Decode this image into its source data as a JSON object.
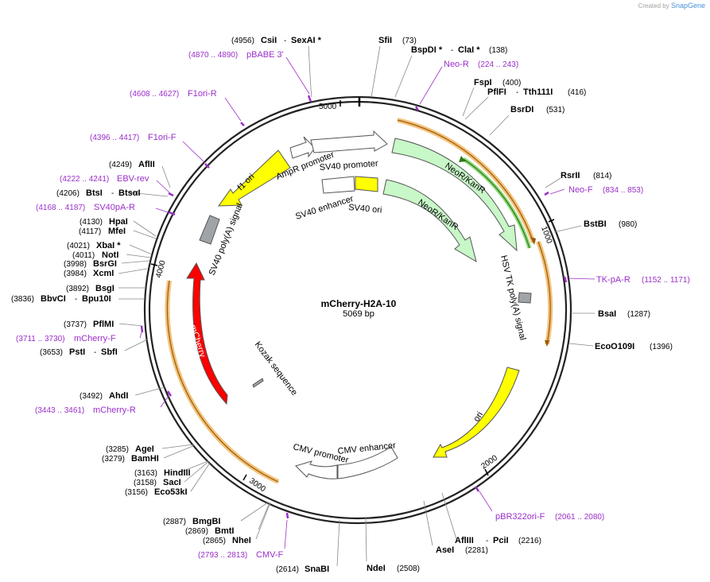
{
  "watermark": {
    "prefix": "Created by",
    "brand": "SnapGene"
  },
  "plasmid": {
    "name": "mCherry-H2A-10",
    "size": "5069 bp"
  },
  "ticks": [
    "5000",
    "1000",
    "2000",
    "3000",
    "4000"
  ],
  "sites": [
    {
      "enzyme": "CsiI",
      "pos": "(4956)",
      "extra": "SexAI *"
    },
    {
      "enzyme": "SfiI",
      "pos": "(73)"
    },
    {
      "enzyme": "BspDI *",
      "pos": "(138)",
      "extra": "ClaI *"
    },
    {
      "enzyme": "FspI",
      "pos": "(400)"
    },
    {
      "enzyme": "PflFI",
      "pos": "(416)",
      "extra": "Tth111I"
    },
    {
      "enzyme": "BsrDI",
      "pos": "(531)"
    },
    {
      "enzyme": "RsrII",
      "pos": "(814)"
    },
    {
      "enzyme": "BstBI",
      "pos": "(980)"
    },
    {
      "enzyme": "BsaI",
      "pos": "(1287)"
    },
    {
      "enzyme": "EcoO109I",
      "pos": "(1396)"
    },
    {
      "enzyme": "AflIII",
      "pos": "(2216)",
      "extra": "PciI"
    },
    {
      "enzyme": "AseI",
      "pos": "(2281)"
    },
    {
      "enzyme": "NdeI",
      "pos": "(2508)"
    },
    {
      "enzyme": "SnaBI",
      "pos": "(2614)"
    },
    {
      "enzyme": "NheI",
      "pos": "(2865)"
    },
    {
      "enzyme": "BmtI",
      "pos": "(2869)"
    },
    {
      "enzyme": "BmgBI",
      "pos": "(2887)"
    },
    {
      "enzyme": "Eco53kI",
      "pos": "(3156)"
    },
    {
      "enzyme": "SacI",
      "pos": "(3158)"
    },
    {
      "enzyme": "HindIII",
      "pos": "(3163)"
    },
    {
      "enzyme": "BamHI",
      "pos": "(3279)"
    },
    {
      "enzyme": "AgeI",
      "pos": "(3285)"
    },
    {
      "enzyme": "AhdI",
      "pos": "(3492)"
    },
    {
      "enzyme": "PstI",
      "pos": "(3653)",
      "extra": "SbfI"
    },
    {
      "enzyme": "PflMI",
      "pos": "(3737)"
    },
    {
      "enzyme": "BbvCI",
      "pos": "(3836)",
      "extra": "Bpu10I"
    },
    {
      "enzyme": "BsgI",
      "pos": "(3892)"
    },
    {
      "enzyme": "XcmI",
      "pos": "(3984)"
    },
    {
      "enzyme": "BsrGI",
      "pos": "(3998)"
    },
    {
      "enzyme": "NotI",
      "pos": "(4011)"
    },
    {
      "enzyme": "XbaI *",
      "pos": "(4021)"
    },
    {
      "enzyme": "MfeI",
      "pos": "(4117)"
    },
    {
      "enzyme": "HpaI",
      "pos": "(4130)"
    },
    {
      "enzyme": "BtsI",
      "pos": "(4206)",
      "extra": "BtsαI"
    },
    {
      "enzyme": "AflII",
      "pos": "(4249)"
    }
  ],
  "primers": [
    {
      "name": "pBABE 3'",
      "range": "(4870 .. 4890)"
    },
    {
      "name": "Neo-R",
      "range": "(224 .. 243)"
    },
    {
      "name": "F1ori-R",
      "range": "(4608 .. 4627)"
    },
    {
      "name": "F1ori-F",
      "range": "(4396 .. 4417)"
    },
    {
      "name": "EBV-rev",
      "range": "(4222 .. 4241)"
    },
    {
      "name": "SV40pA-R",
      "range": "(4168 .. 4187)"
    },
    {
      "name": "Neo-F",
      "range": "(834 .. 853)"
    },
    {
      "name": "TK-pA-R",
      "range": "(1152 .. 1171)"
    },
    {
      "name": "mCherry-F",
      "range": "(3711 .. 3730)"
    },
    {
      "name": "mCherry-R",
      "range": "(3443 .. 3461)"
    },
    {
      "name": "pBR322ori-F",
      "range": "(2061 .. 2080)"
    },
    {
      "name": "CMV-F",
      "range": "(2793 .. 2813)"
    }
  ],
  "features": [
    {
      "label": "AmpR promoter",
      "color": "#ffffff"
    },
    {
      "label": "SV40 promoter",
      "color": "#ffffff"
    },
    {
      "label": "f1 ori",
      "color": "#ffff00"
    },
    {
      "label": "SV40 enhancer",
      "color": "#ffffff"
    },
    {
      "label": "SV40 ori",
      "color": "#ffff00"
    },
    {
      "label": "NeoR/KanR",
      "color": "#c8f7c8"
    },
    {
      "label": "NeoR/KanR",
      "color": "#c8f7c8"
    },
    {
      "label": "SV40 poly(A) signal",
      "color": "#a0a4a8"
    },
    {
      "label": "HSV TK poly(A) signal",
      "color": "#a0a4a8"
    },
    {
      "label": "mCherry",
      "color": "#ff0000"
    },
    {
      "label": "Kozak sequence",
      "color": "#a0a4a8"
    },
    {
      "label": "ori",
      "color": "#ffff00"
    },
    {
      "label": "CMV enhancer",
      "color": "#ffffff"
    },
    {
      "label": "CMV promoter",
      "color": "#ffffff"
    }
  ]
}
